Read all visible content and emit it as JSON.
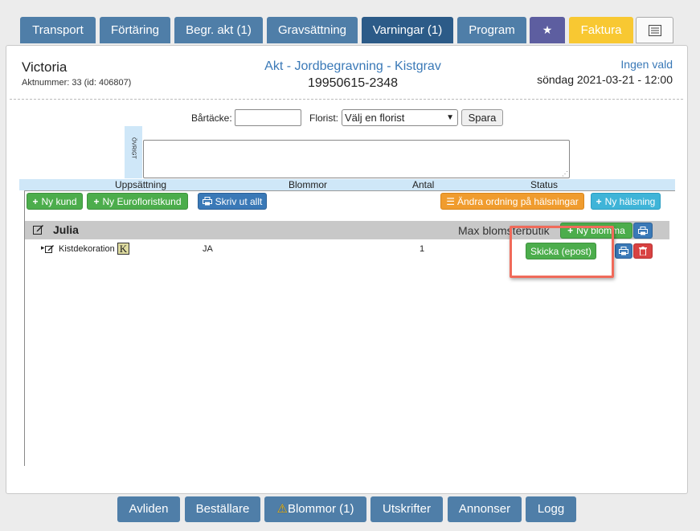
{
  "tabs": [
    {
      "label": "Transport"
    },
    {
      "label": "Förtäring"
    },
    {
      "label": "Begr. akt (1)"
    },
    {
      "label": "Gravsättning"
    },
    {
      "label": "Varningar (1)"
    },
    {
      "label": "Program"
    },
    {
      "label": "Faktura"
    }
  ],
  "header": {
    "name": "Victoria",
    "case_number": "Aktnummer: 33 (id: 406807)",
    "case_title": "Akt - Jordbegravning - Kistgrav",
    "personal_id": "19950615-2348",
    "assignee": "Ingen vald",
    "date": "söndag 2021-03-21 - 12:00"
  },
  "form": {
    "bartacke_label": "Bårtäcke:",
    "bartacke_value": "",
    "florist_label": "Florist:",
    "florist_selected": "Välj en florist",
    "save_label": "Spara",
    "ovrigt_label": "ÖVRIGT",
    "ovrigt_value": ""
  },
  "columns": [
    "Uppsättning",
    "Blommor",
    "Antal",
    "Status"
  ],
  "toolbar": {
    "new_customer": "Ny kund",
    "new_euroflorist": "Ny Eurofloristkund",
    "print_all": "Skriv ut allt",
    "reorder": "Ändra ordning på hälsningar",
    "new_greeting": "Ny hälsning"
  },
  "customer": {
    "name": "Julia",
    "max_label": "Max blomsterbutik",
    "new_flower": "Ny blomma"
  },
  "row": {
    "arrangement": "Kistdekoration",
    "badge": "K",
    "flowers": "JA",
    "count": "1",
    "send_label": "Skicka (epost)"
  },
  "bottom_tabs": [
    "Avliden",
    "Beställare",
    "Blommor (1)",
    "Utskrifter",
    "Annonser",
    "Logg"
  ],
  "colors": {
    "tab": "#4f7ea8",
    "tab_active": "#2c5b88",
    "faktura": "#f8c832",
    "green": "#4cad4c",
    "highlight": "#f06a5a"
  }
}
